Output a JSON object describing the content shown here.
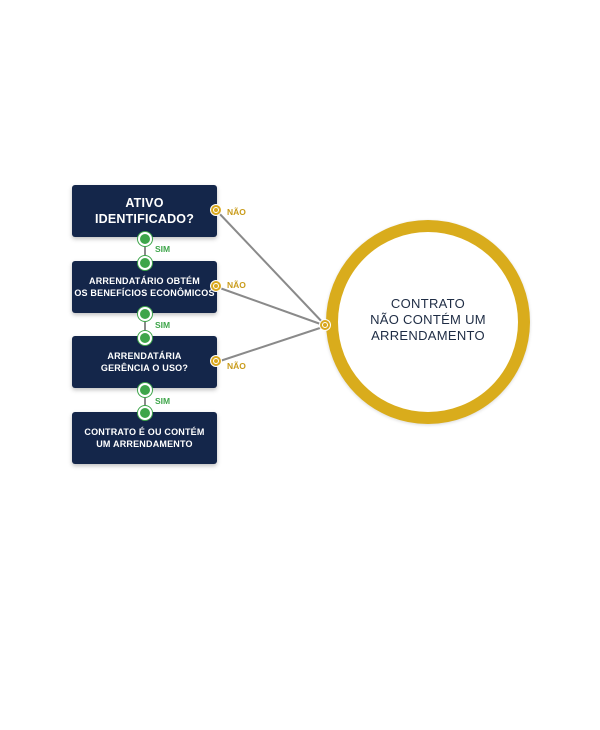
{
  "diagram": {
    "boxes": [
      "ATIVO\nIDENTIFICADO?",
      "ARRENDATÁRIO OBTÉM\nOS BENEFÍCIOS ECONÔMICOS",
      "ARRENDATÁRIA\nGERÊNCIA O USO?",
      "CONTRATO É OU CONTÉM\nUM ARRENDAMENTO"
    ],
    "yes_label": "SIM",
    "no_label": "NÃO",
    "outcome": "CONTRATO\nNÃO CONTÉM UM\nARRENDAMENTO",
    "colors": {
      "box": "#14264a",
      "yes": "#3ea54a",
      "no": "#d9a81e",
      "ring": "#d9ac1c",
      "connector": "#8a8a8a"
    }
  }
}
